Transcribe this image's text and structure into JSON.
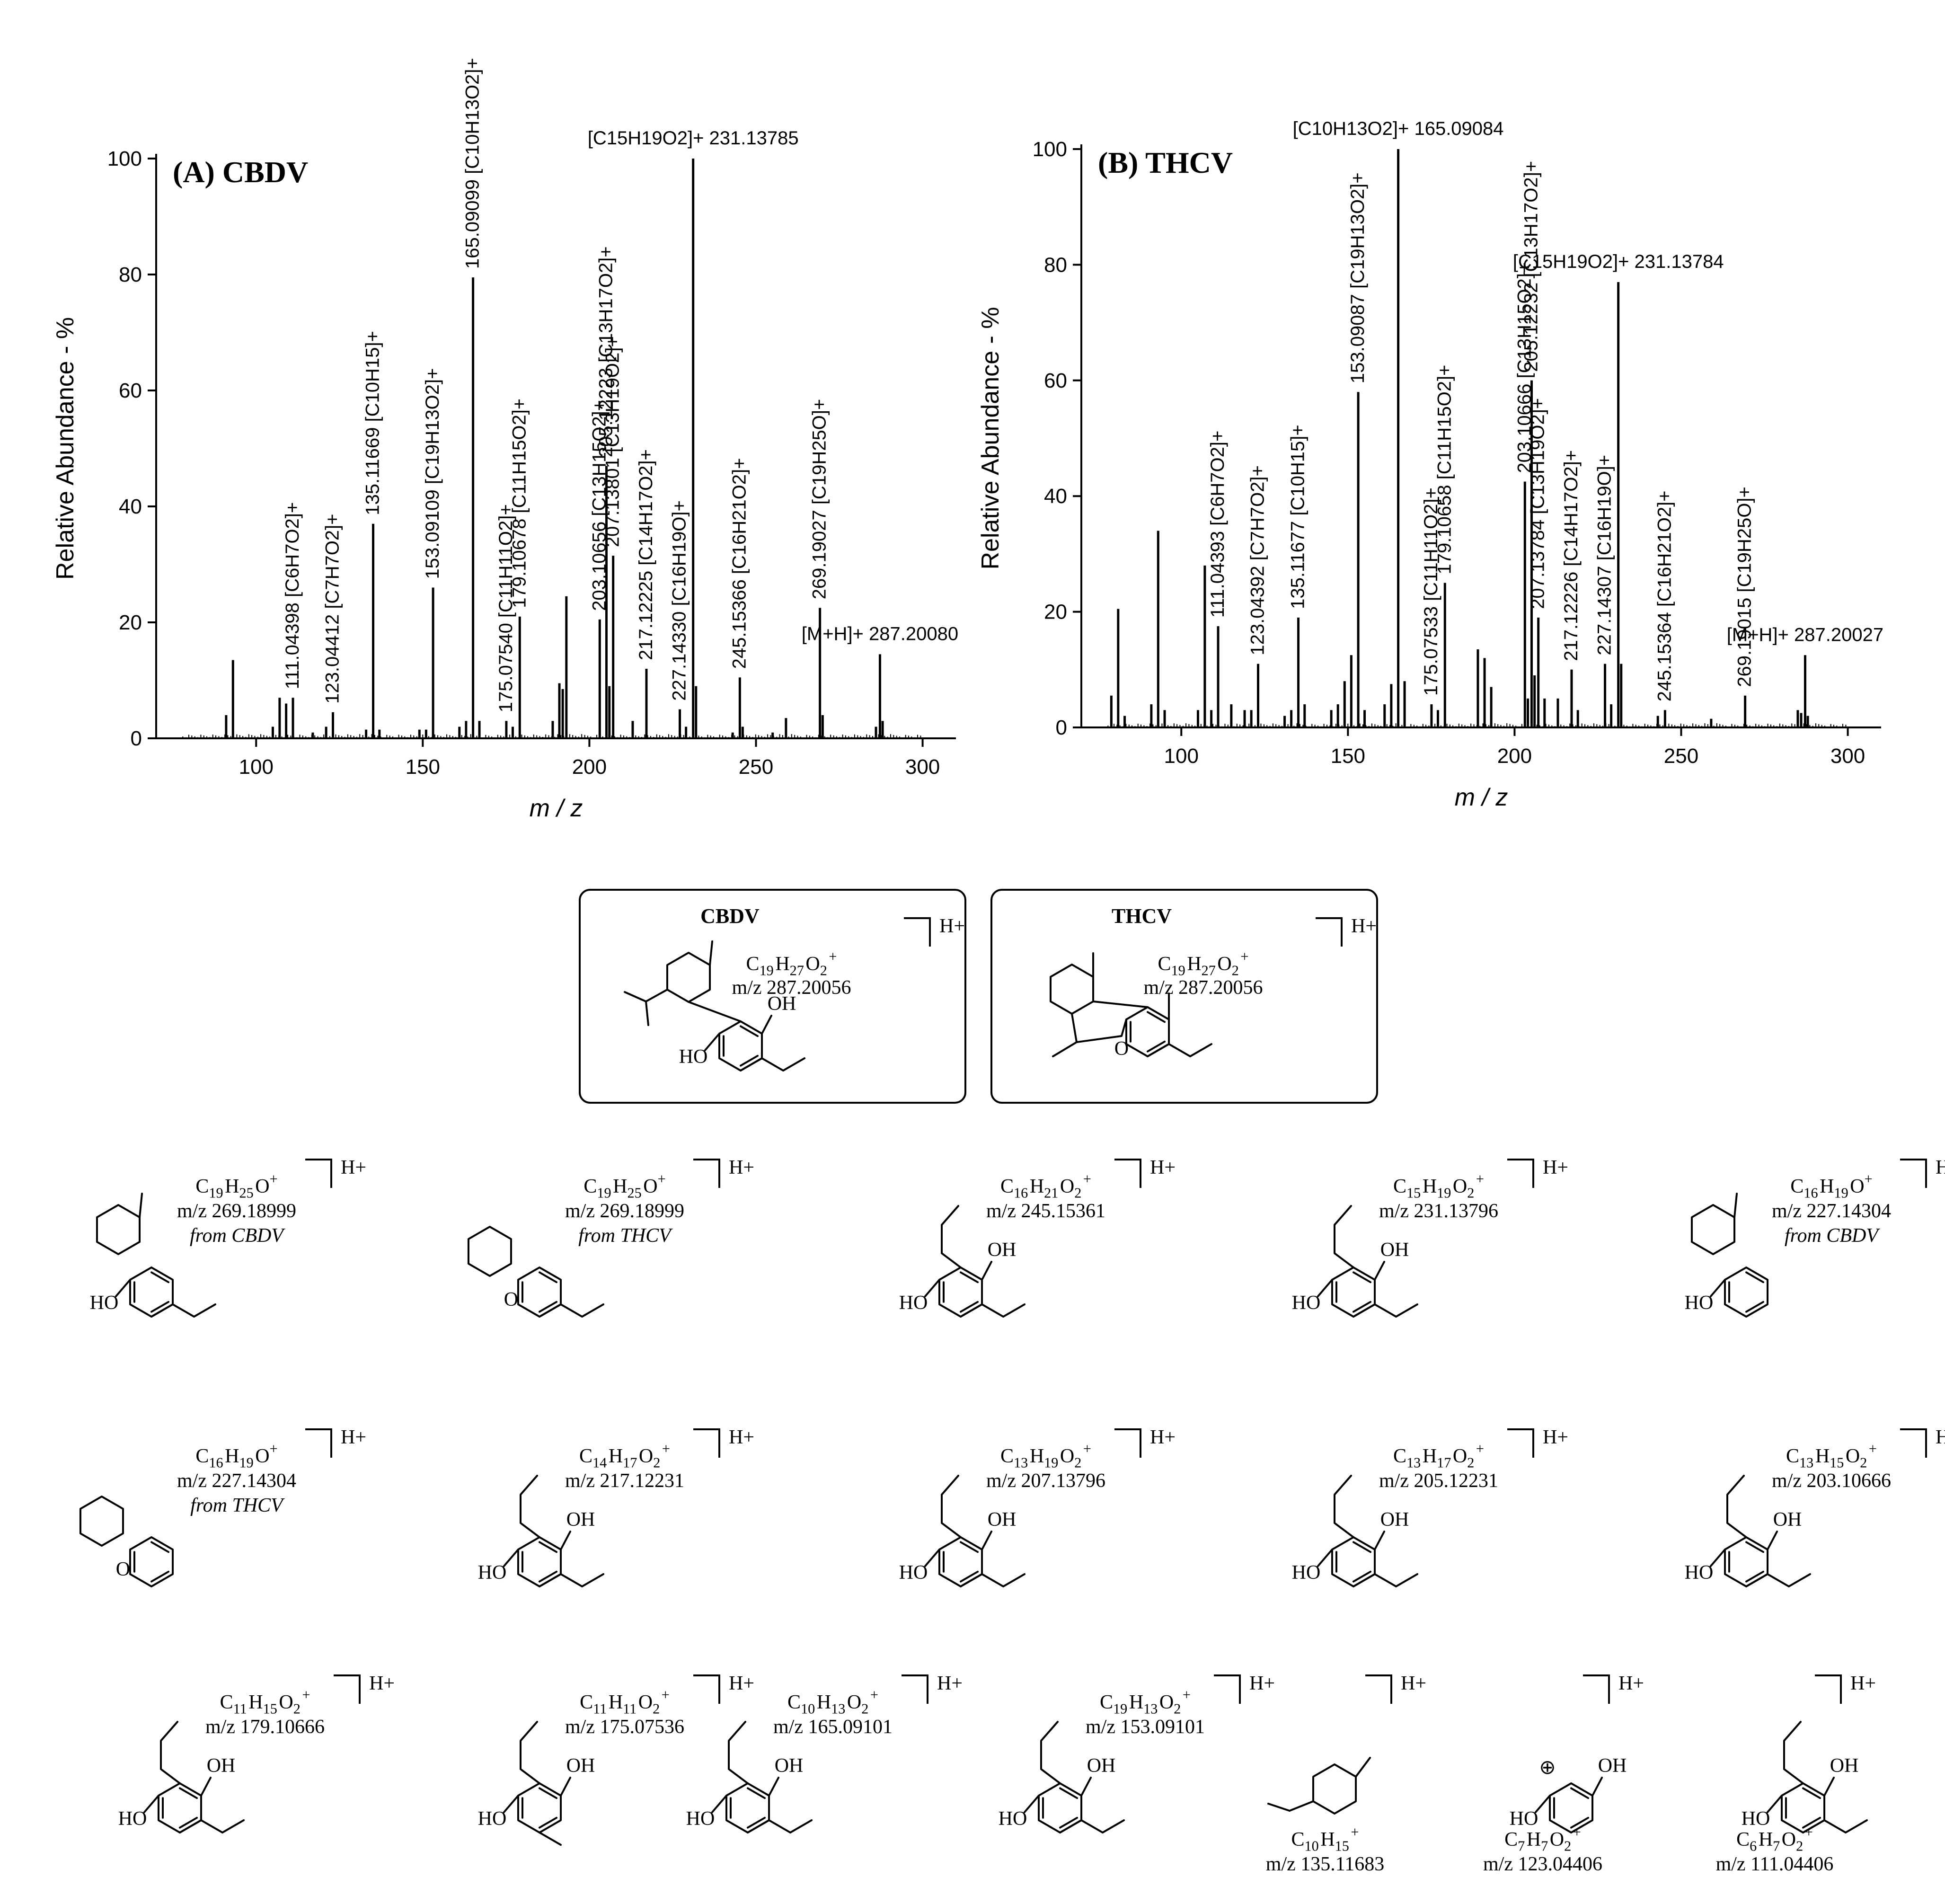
{
  "chart_data": [
    {
      "type": "bar",
      "panel": "(A) CBDV",
      "xlabel": "m / z",
      "ylabel": "Relative Abundance - %",
      "xlim": [
        70,
        310
      ],
      "ylim": [
        0,
        100
      ],
      "xticks": [
        100,
        150,
        200,
        250,
        300
      ],
      "yticks": [
        0,
        20,
        40,
        60,
        80,
        100
      ],
      "peaks": [
        {
          "x": 91.0,
          "y": 4
        },
        {
          "x": 93.05,
          "y": 13.5
        },
        {
          "x": 105.0,
          "y": 2
        },
        {
          "x": 107.05,
          "y": 7
        },
        {
          "x": 109.0,
          "y": 6
        },
        {
          "x": 111.04398,
          "y": 7
        },
        {
          "x": 117.0,
          "y": 1
        },
        {
          "x": 121.0,
          "y": 2
        },
        {
          "x": 123.04412,
          "y": 4.5
        },
        {
          "x": 133.0,
          "y": 1.5
        },
        {
          "x": 135.11669,
          "y": 37
        },
        {
          "x": 137.0,
          "y": 1.5
        },
        {
          "x": 149.0,
          "y": 1.5
        },
        {
          "x": 151.0,
          "y": 1.5
        },
        {
          "x": 153.09109,
          "y": 26
        },
        {
          "x": 161.0,
          "y": 2
        },
        {
          "x": 163.0,
          "y": 3
        },
        {
          "x": 165.09099,
          "y": 79.5
        },
        {
          "x": 167.0,
          "y": 3
        },
        {
          "x": 175.0754,
          "y": 3
        },
        {
          "x": 177.0,
          "y": 2
        },
        {
          "x": 179.10678,
          "y": 21
        },
        {
          "x": 189.0,
          "y": 3
        },
        {
          "x": 191.0,
          "y": 9.5
        },
        {
          "x": 192.0,
          "y": 8.5
        },
        {
          "x": 193.1,
          "y": 24.5
        },
        {
          "x": 203.10656,
          "y": 20.5
        },
        {
          "x": 205.12223,
          "y": 47
        },
        {
          "x": 206.0,
          "y": 9
        },
        {
          "x": 207.13801,
          "y": 31.5
        },
        {
          "x": 213.0,
          "y": 3
        },
        {
          "x": 217.12225,
          "y": 12
        },
        {
          "x": 227.1433,
          "y": 5
        },
        {
          "x": 229.0,
          "y": 2
        },
        {
          "x": 231.13785,
          "y": 100
        },
        {
          "x": 232.0,
          "y": 9
        },
        {
          "x": 243.0,
          "y": 1
        },
        {
          "x": 245.15366,
          "y": 10.5
        },
        {
          "x": 246.0,
          "y": 2
        },
        {
          "x": 255.0,
          "y": 1
        },
        {
          "x": 259.0,
          "y": 3.5
        },
        {
          "x": 269.19027,
          "y": 22.5
        },
        {
          "x": 270.0,
          "y": 4
        },
        {
          "x": 286.0,
          "y": 2
        },
        {
          "x": 287.2008,
          "y": 14.5
        },
        {
          "x": 288.0,
          "y": 3
        }
      ],
      "annotations": [
        {
          "x": 111.04398,
          "y": 7,
          "text": "111.04398 [C6H7O2]+"
        },
        {
          "x": 123.04412,
          "y": 4.5,
          "text": "123.04412 [C7H7O2]+"
        },
        {
          "x": 135.11669,
          "y": 37,
          "text": "135.11669 [C10H15]+"
        },
        {
          "x": 153.09109,
          "y": 26,
          "text": "153.09109 [C19H13O2]+"
        },
        {
          "x": 165.09099,
          "y": 79.5,
          "text": "165.09099 [C10H13O2]+"
        },
        {
          "x": 175.0754,
          "y": 3,
          "text": "175.07540 [C11H11O2]+"
        },
        {
          "x": 179.10678,
          "y": 21,
          "text": "179.10678 [C11H15O2]+"
        },
        {
          "x": 203.10656,
          "y": 20.5,
          "text": "203.10656 [C13H15O2]+"
        },
        {
          "x": 205.12223,
          "y": 47,
          "text": "205.12223 [C13H17O2]+"
        },
        {
          "x": 207.13801,
          "y": 31.5,
          "text": "207.13801 [C13H19O2]+"
        },
        {
          "x": 217.12225,
          "y": 12,
          "text": "217.12225 [C14H17O2]+"
        },
        {
          "x": 227.1433,
          "y": 5,
          "text": "227.14330 [C16H19O]+"
        },
        {
          "x": 231.13785,
          "y": 100,
          "text": "[C15H19O2]+ 231.13785"
        },
        {
          "x": 245.15366,
          "y": 10.5,
          "text": "245.15366 [C16H21O2]+"
        },
        {
          "x": 269.19027,
          "y": 22.5,
          "text": "269.19027 [C19H25O]+"
        },
        {
          "x": 287.2008,
          "y": 14.5,
          "text": "[M+H]+ 287.20080"
        }
      ]
    },
    {
      "type": "bar",
      "panel": "(B) THCV",
      "xlabel": "m / z",
      "ylabel": "Relative Abundance - %",
      "xlim": [
        70,
        310
      ],
      "ylim": [
        0,
        100
      ],
      "xticks": [
        100,
        150,
        200,
        250,
        300
      ],
      "yticks": [
        0,
        20,
        40,
        60,
        80,
        100
      ],
      "peaks": [
        {
          "x": 79.0,
          "y": 5.5
        },
        {
          "x": 81.05,
          "y": 20.5
        },
        {
          "x": 83.0,
          "y": 2
        },
        {
          "x": 91.0,
          "y": 4
        },
        {
          "x": 93.05,
          "y": 34
        },
        {
          "x": 95.0,
          "y": 3
        },
        {
          "x": 105.0,
          "y": 3
        },
        {
          "x": 107.05,
          "y": 28
        },
        {
          "x": 109.0,
          "y": 3
        },
        {
          "x": 111.04393,
          "y": 17.5
        },
        {
          "x": 115.0,
          "y": 4
        },
        {
          "x": 119.0,
          "y": 3
        },
        {
          "x": 121.0,
          "y": 3
        },
        {
          "x": 123.04392,
          "y": 11
        },
        {
          "x": 131.0,
          "y": 2
        },
        {
          "x": 133.0,
          "y": 3
        },
        {
          "x": 135.11677,
          "y": 19
        },
        {
          "x": 137.0,
          "y": 4
        },
        {
          "x": 145.0,
          "y": 3
        },
        {
          "x": 147.0,
          "y": 4
        },
        {
          "x": 149.0,
          "y": 8
        },
        {
          "x": 151.0,
          "y": 12.5
        },
        {
          "x": 153.09087,
          "y": 58
        },
        {
          "x": 155.0,
          "y": 3
        },
        {
          "x": 161.0,
          "y": 4
        },
        {
          "x": 163.0,
          "y": 7.5
        },
        {
          "x": 165.09084,
          "y": 100
        },
        {
          "x": 167.0,
          "y": 8
        },
        {
          "x": 175.07533,
          "y": 4
        },
        {
          "x": 177.0,
          "y": 3
        },
        {
          "x": 179.10658,
          "y": 25
        },
        {
          "x": 189.0,
          "y": 13.5
        },
        {
          "x": 191.0,
          "y": 12
        },
        {
          "x": 193.0,
          "y": 7
        },
        {
          "x": 203.10666,
          "y": 42.5
        },
        {
          "x": 204.0,
          "y": 5
        },
        {
          "x": 205.12232,
          "y": 60
        },
        {
          "x": 206.0,
          "y": 9
        },
        {
          "x": 207.13784,
          "y": 19
        },
        {
          "x": 209.0,
          "y": 5
        },
        {
          "x": 213.0,
          "y": 5
        },
        {
          "x": 217.12226,
          "y": 10
        },
        {
          "x": 219.0,
          "y": 3
        },
        {
          "x": 227.14307,
          "y": 11
        },
        {
          "x": 229.0,
          "y": 4
        },
        {
          "x": 231.13784,
          "y": 77
        },
        {
          "x": 232.0,
          "y": 11
        },
        {
          "x": 243.0,
          "y": 2
        },
        {
          "x": 245.15364,
          "y": 3
        },
        {
          "x": 259.0,
          "y": 1.5
        },
        {
          "x": 269.19015,
          "y": 5.5
        },
        {
          "x": 285.0,
          "y": 3
        },
        {
          "x": 286.0,
          "y": 2.5
        },
        {
          "x": 287.20027,
          "y": 12.5
        },
        {
          "x": 288.0,
          "y": 2
        }
      ],
      "annotations": [
        {
          "x": 111.04393,
          "y": 17.5,
          "text": "111.04393 [C6H7O2]+"
        },
        {
          "x": 123.04392,
          "y": 11,
          "text": "123.04392 [C7H7O2]+"
        },
        {
          "x": 135.11677,
          "y": 19,
          "text": "135.11677 [C10H15]+"
        },
        {
          "x": 153.09087,
          "y": 58,
          "text": "153.09087 [C19H13O2]+"
        },
        {
          "x": 165.09084,
          "y": 100,
          "text": "[C10H13O2]+ 165.09084"
        },
        {
          "x": 175.07533,
          "y": 4,
          "text": "175.07533 [C11H11O2]+"
        },
        {
          "x": 179.10658,
          "y": 25,
          "text": "179.10658 [C11H15O2]+"
        },
        {
          "x": 203.10666,
          "y": 42.5,
          "text": "203.10666 [C13H15O2]+"
        },
        {
          "x": 205.12232,
          "y": 60,
          "text": "205.12232 [C13H17O2]+"
        },
        {
          "x": 207.13784,
          "y": 19,
          "text": "207.13784 [C13H19O2]+"
        },
        {
          "x": 217.12226,
          "y": 10,
          "text": "217.12226 [C14H17O2]+"
        },
        {
          "x": 227.14307,
          "y": 11,
          "text": "227.14307 [C16H19O]+"
        },
        {
          "x": 231.13784,
          "y": 77,
          "text": "[C15H19O2]+ 231.13784"
        },
        {
          "x": 245.15364,
          "y": 3,
          "text": "245.15364 [C16H21O2]+"
        },
        {
          "x": 269.19015,
          "y": 5.5,
          "text": "269.19015 [C19H25O]+"
        },
        {
          "x": 287.20027,
          "y": 12.5,
          "text": "[M+H]+ 287.20027"
        }
      ]
    }
  ],
  "structures": {
    "cbdv_box": {
      "name": "CBDV",
      "formula": "C19H27O2+",
      "mz": "m/z 287.20056",
      "charge": "H+",
      "oh": "OH",
      "ho": "HO"
    },
    "thcv_box": {
      "name": "THCV",
      "formula": "C19H27O2+",
      "mz": "m/z 287.20056",
      "charge": "H+",
      "o": "O"
    },
    "fragments": [
      {
        "formula": "C19H25O+",
        "mz": "m/z 269.18999",
        "note": "from CBDV",
        "charge": "H+",
        "labels": [
          "HO"
        ]
      },
      {
        "formula": "C19H25O+",
        "mz": "m/z 269.18999",
        "note": "from THCV",
        "charge": "H+",
        "labels": [
          "O"
        ]
      },
      {
        "formula": "C16H21O2+",
        "mz": "m/z 245.15361",
        "note": "",
        "charge": "H+",
        "labels": [
          "OH",
          "HO"
        ]
      },
      {
        "formula": "C15H19O2+",
        "mz": "m/z 231.13796",
        "note": "",
        "charge": "H+",
        "labels": [
          "OH",
          "HO"
        ]
      },
      {
        "formula": "C16H19O+",
        "mz": "m/z 227.14304",
        "note": "from CBDV",
        "charge": "H+",
        "labels": [
          "HO"
        ]
      },
      {
        "formula": "C16H19O+",
        "mz": "m/z 227.14304",
        "note": "from THCV",
        "charge": "H+",
        "labels": [
          "O"
        ]
      },
      {
        "formula": "C14H17O2+",
        "mz": "m/z 217.12231",
        "note": "",
        "charge": "H+",
        "labels": [
          "OH",
          "HO"
        ]
      },
      {
        "formula": "C13H19O2+",
        "mz": "m/z 207.13796",
        "note": "",
        "charge": "H+",
        "labels": [
          "OH",
          "HO"
        ]
      },
      {
        "formula": "C13H17O2+",
        "mz": "m/z 205.12231",
        "note": "",
        "charge": "H+",
        "labels": [
          "OH",
          "HO"
        ]
      },
      {
        "formula": "C13H15O2+",
        "mz": "m/z 203.10666",
        "note": "",
        "charge": "H+",
        "labels": [
          "OH",
          "HO"
        ]
      },
      {
        "formula": "C11H15O2+",
        "mz": "m/z 179.10666",
        "note": "",
        "charge": "H+",
        "labels": [
          "OH",
          "HO"
        ]
      },
      {
        "formula": "C11H11O2+",
        "mz": "m/z 175.07536",
        "note": "",
        "charge": "H+",
        "labels": [
          "OH",
          "HO"
        ]
      },
      {
        "formula": "C10H13O2+",
        "mz": "m/z 165.09101",
        "note": "",
        "charge": "H+",
        "labels": [
          "OH",
          "HO"
        ]
      },
      {
        "formula": "C19H13O2+",
        "mz": "m/z 153.09101",
        "note": "",
        "charge": "H+",
        "labels": [
          "OH",
          "HO"
        ]
      },
      {
        "formula": "C10H15+",
        "mz": "m/z 135.11683",
        "note": "",
        "charge": "H+",
        "labels": []
      },
      {
        "formula": "C7H7O2+",
        "mz": "m/z 123.04406",
        "note": "",
        "charge": "H+",
        "labels": [
          "OH",
          "HO",
          "⊕"
        ]
      },
      {
        "formula": "C6H7O2+",
        "mz": "m/z 111.04406",
        "note": "",
        "charge": "H+",
        "labels": [
          "OH",
          "HO"
        ]
      }
    ]
  }
}
